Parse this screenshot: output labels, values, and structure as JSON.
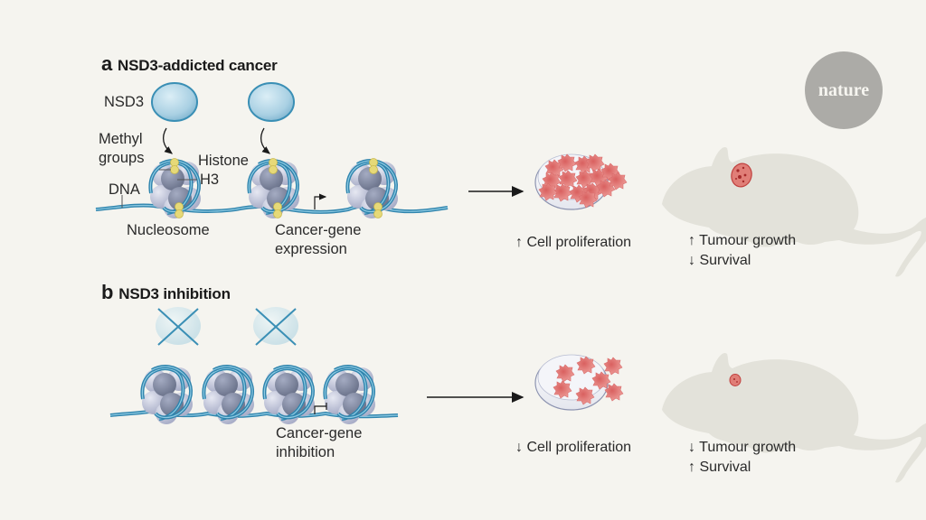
{
  "logo": {
    "text": "nature"
  },
  "panel_a": {
    "letter": "a",
    "title": "NSD3-addicted cancer",
    "labels": {
      "nsd3": "NSD3",
      "methyl_line1": "Methyl",
      "methyl_line2": "groups",
      "histone_line1": "Histone",
      "histone_line2": "H3",
      "dna": "DNA",
      "nucleosome": "Nucleosome",
      "gene_line1": "Cancer-gene",
      "gene_line2": "expression"
    },
    "outcomes": {
      "cell": "↑ Cell proliferation",
      "tumour": "↑ Tumour growth",
      "survival": "↓ Survival"
    }
  },
  "panel_b": {
    "letter": "b",
    "title": "NSD3 inhibition",
    "labels": {
      "gene_line1": "Cancer-gene",
      "gene_line2": "inhibition"
    },
    "outcomes": {
      "cell": "↓ Cell proliferation",
      "tumour": "↓ Tumour growth",
      "survival": "↑ Survival"
    }
  },
  "colors": {
    "background": "#f5f4ef",
    "dna": "#3a8fb5",
    "nsd3": "#a9d0e3",
    "histone_light": "#c3c7dd",
    "histone_dark": "#7f889f",
    "methyl": "#e8dc7c",
    "cells": "#e17f7f",
    "tumour": "#c9413f",
    "mouse": "#e3e2da",
    "logo": "#acaba7"
  }
}
